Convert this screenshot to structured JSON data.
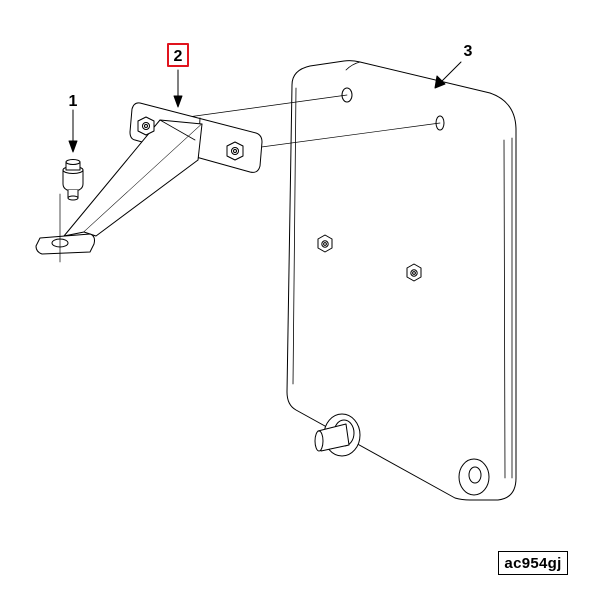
{
  "callouts": {
    "bolt": "1",
    "bracket": "2",
    "plate": "3"
  },
  "figure_code": "ac954gj",
  "colors": {
    "line": "#000000",
    "highlight_box": "#e0141e",
    "background": "#ffffff"
  }
}
